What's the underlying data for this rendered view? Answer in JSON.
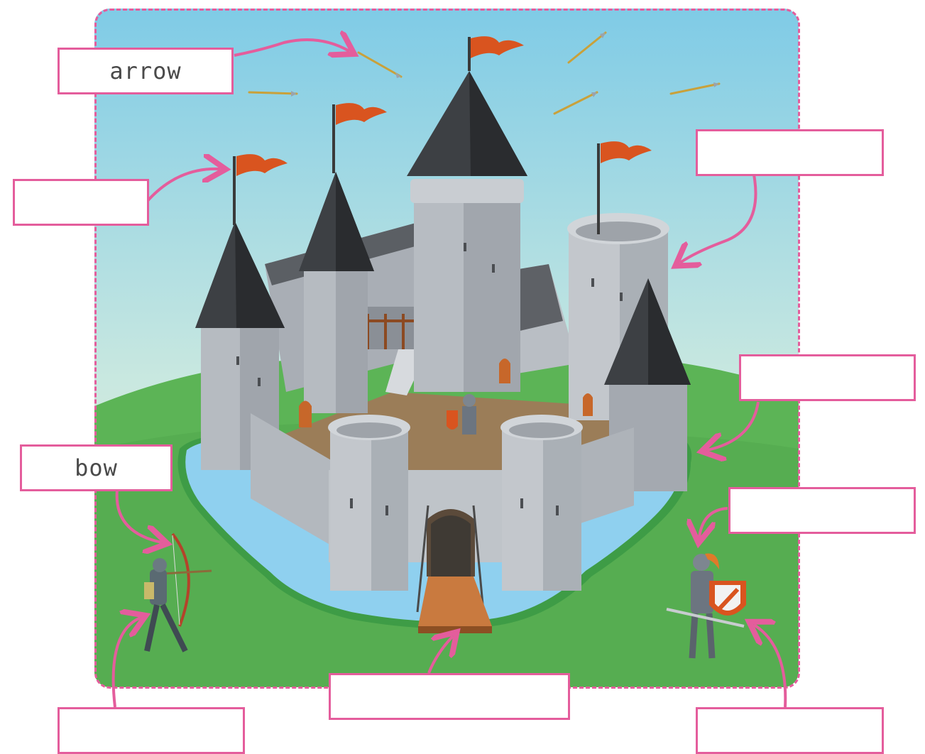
{
  "worksheet": {
    "labels": [
      {
        "id": "arrow",
        "text": "arrow"
      },
      {
        "id": "flag",
        "text": ""
      },
      {
        "id": "tower",
        "text": ""
      },
      {
        "id": "moat",
        "text": ""
      },
      {
        "id": "bow",
        "text": "bow"
      },
      {
        "id": "knight",
        "text": ""
      },
      {
        "id": "archer",
        "text": ""
      },
      {
        "id": "drawbridge",
        "text": ""
      },
      {
        "id": "shield",
        "text": ""
      }
    ],
    "colors": {
      "label_border": "#e45d9c",
      "frame_dash": "#e45d9c",
      "sky_top": "#86cde8",
      "grass": "#5cb456",
      "water": "#8fd0ef",
      "stone": "#b9bec4",
      "roof": "#4a4d51",
      "flag": "#d9541f"
    },
    "icons": [
      "castle-illustration",
      "archer-figure",
      "knight-figure",
      "flag-icon",
      "arrow-projectile-icon"
    ]
  }
}
